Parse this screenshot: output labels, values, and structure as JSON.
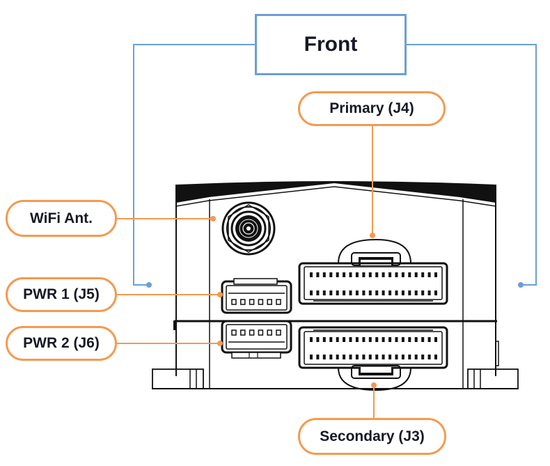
{
  "title": "Front",
  "colors": {
    "callout": "#f49a4f",
    "frame": "#6a9fd8",
    "text": "#161826",
    "drawing": "#111111"
  },
  "labels": {
    "primary": "Primary (J4)",
    "wifi": "WiFi Ant.",
    "pwr1": "PWR 1 (J5)",
    "pwr2": "PWR 2 (J6)",
    "secondary": "Secondary (J3)"
  },
  "connectors": {
    "primary_pins_per_row": 20,
    "secondary_pins_per_row": 20,
    "pwr_pins": 6
  }
}
